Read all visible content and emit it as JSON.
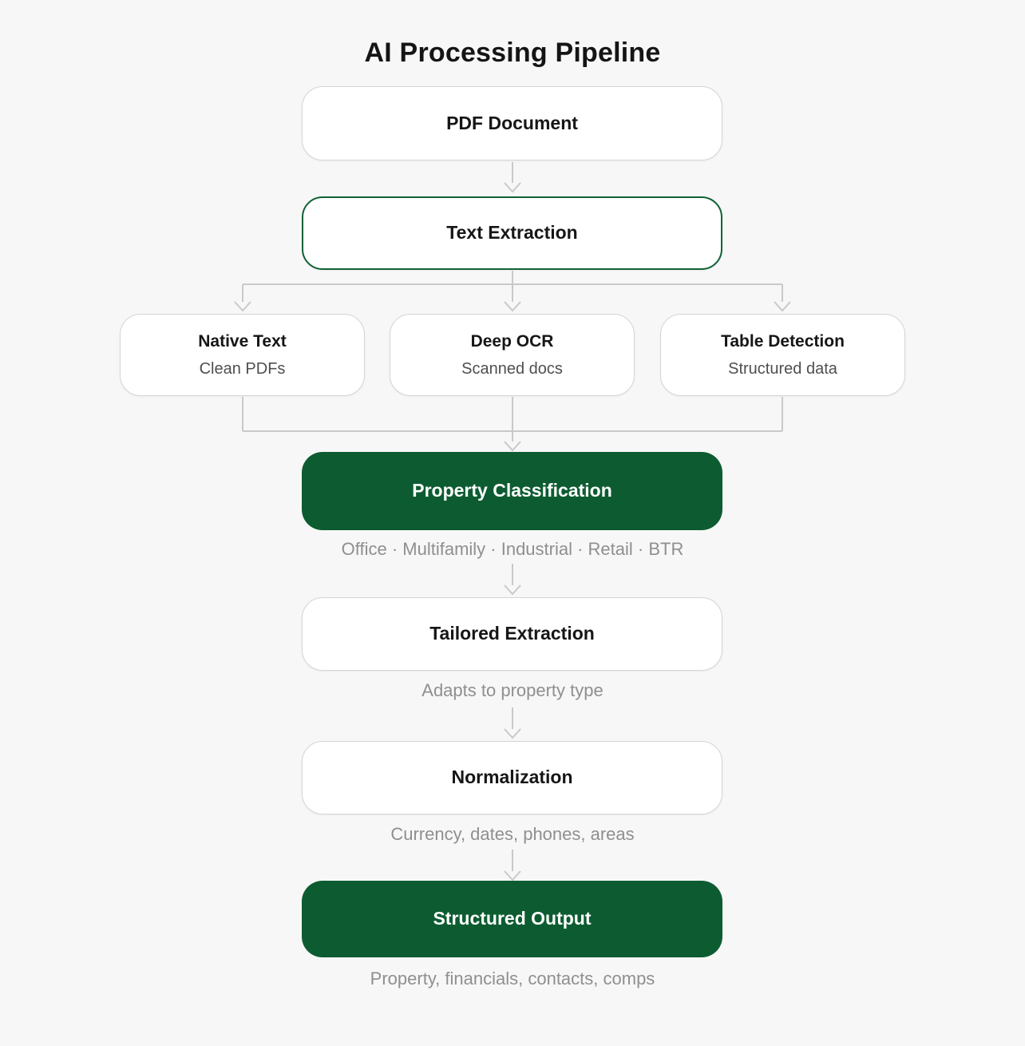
{
  "title": "AI Processing Pipeline",
  "colors": {
    "background": "#f7f7f7",
    "accent_green": "#0d5c31",
    "outline_green": "#0f6236",
    "connector_gray": "#c9c9c9"
  },
  "nodes": {
    "pdf_document": {
      "label": "PDF Document"
    },
    "text_extraction": {
      "label": "Text Extraction"
    },
    "native_text": {
      "label": "Native Text",
      "sublabel": "Clean PDFs"
    },
    "deep_ocr": {
      "label": "Deep OCR",
      "sublabel": "Scanned docs"
    },
    "table_detection": {
      "label": "Table Detection",
      "sublabel": "Structured data"
    },
    "property_classification": {
      "label": "Property Classification",
      "caption": "Office · Multifamily · Industrial · Retail · BTR"
    },
    "tailored_extraction": {
      "label": "Tailored Extraction",
      "caption": "Adapts to property type"
    },
    "normalization": {
      "label": "Normalization",
      "caption": "Currency, dates, phones, areas"
    },
    "structured_output": {
      "label": "Structured Output",
      "caption": "Property, financials, contacts, comps"
    }
  }
}
